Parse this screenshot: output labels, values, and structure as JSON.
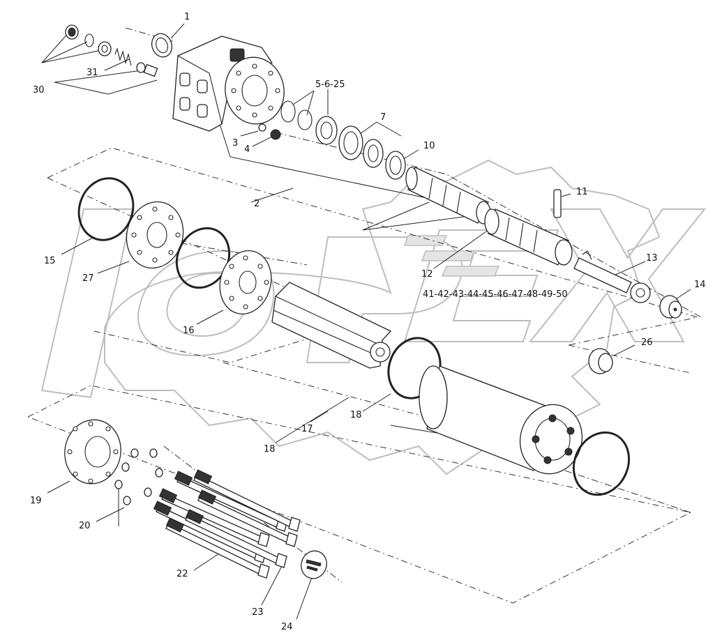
{
  "diagram": {
    "watermark_text": "OPEX",
    "callouts": {
      "c1": "1",
      "c2": "2",
      "c3": "3",
      "c4": "4",
      "c5_6_25": "5-6-25",
      "c7": "7",
      "c10": "10",
      "c11": "11",
      "c12": "12",
      "c13": "13",
      "c14": "14",
      "c15": "15",
      "c16": "16",
      "c17": "17",
      "c18a": "18",
      "c18b": "18",
      "c19": "19",
      "c20": "20",
      "c22": "22",
      "c23": "23",
      "c24": "24",
      "c26": "26",
      "c27": "27",
      "c30": "30",
      "c31": "31",
      "c41_50": "41-42-43-44-45-46-47-48-49-50"
    }
  }
}
